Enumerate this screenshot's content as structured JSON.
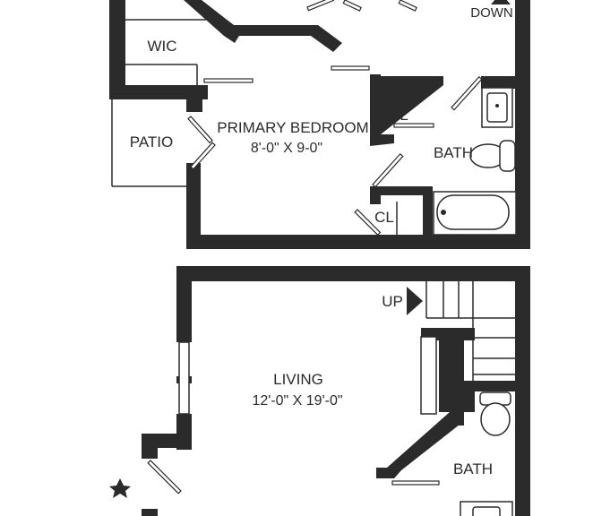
{
  "upper_floor": {
    "wic_label": "WIC",
    "patio_label": "PATIO",
    "primary_bedroom": {
      "name": "PRIMARY BEDROOM",
      "dimensions": "8'-0\" X 9-0\""
    },
    "linen_label": "L",
    "bath_label": "BATH",
    "closet_label": "CL",
    "stairs_label": "DOWN"
  },
  "lower_floor": {
    "stairs_label": "UP",
    "living": {
      "name": "LIVING",
      "dimensions": "12'-0\" X 19'-0\""
    },
    "bath_label": "BATH"
  },
  "colors": {
    "wall": "#2b2b2b",
    "background": "#ffffff"
  },
  "icons": [
    "stair-arrow-down-icon",
    "stair-arrow-up-icon",
    "compass-star-icon",
    "toilet-icon",
    "sink-icon",
    "bathtub-icon"
  ]
}
